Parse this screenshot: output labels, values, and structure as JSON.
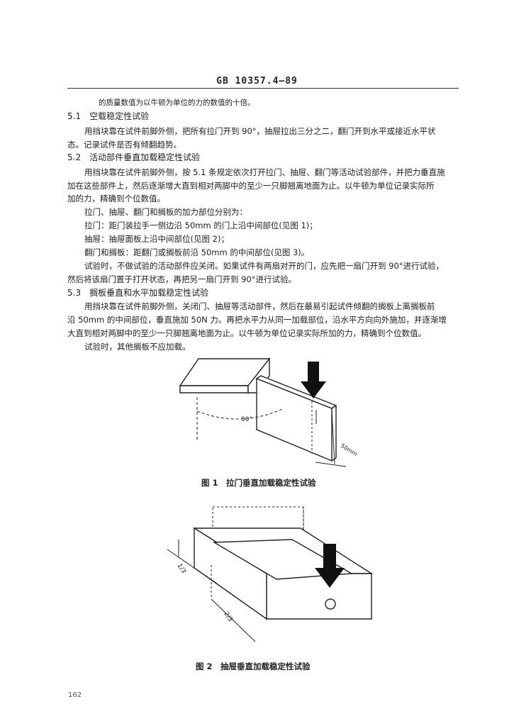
{
  "header": "GB 10357.4—89",
  "lines": [
    "的质量数值为以牛顿为单位的力的数值的十倍。",
    "5.1　空载稳定性试验",
    "用挡块靠在试件前脚外侧，把所有拉门开到 90°，抽屉拉出三分之二，翻门开到水平或接近水平状",
    "态。记录试件是否有倾翻趋势。",
    "5.2　活动部件垂直加载稳定性试验",
    "用挡块靠在试件前脚外侧，按 5.1 条规定依次打开拉门、抽屉、翻门等活动试验部件，并把力垂直施",
    "加在这些部件上，然后逐渐增大直到相对两脚中的至少一只脚翘离地面为止。以牛顿为单位记录实际所",
    "加的力，精确到个位数值。",
    "拉门、抽屉、翻门和搁板的加力部位分别为：",
    "拉门：距门装拉手一侧边沿 50mm 的门上沿中间部位(见图 1)；",
    "抽屉：抽屉面板上沿中间部位(见图 2)；",
    "翻门和搁板：距翻门或搁板前沿 50mm 的中间部位(见图 3)。",
    "试验时，不做试验的活动部件应关闭。如果试件有两扇对开的门，应先把一扇门开到 90°进行试验，",
    "然后将该扇门置于打开状态，再把另一扇门开到 90°进行试验。",
    "5.3　搁板垂直和水平加载稳定性试验",
    "用挡块靠在试件前脚外侧，关闭门、抽屉等活动部件，然后在最易引起试件倾翻的搁板上离搁板前",
    "沿 50mm 的中间部位，垂直施加 50N 力。再把水平力从同一加载部位，沿水平方向向外施加，并逐渐增",
    "大直到相对两脚中的至少一只脚翘离地面为止。以牛顿为单位记录实际所加的力，精确到个位数值。",
    "试验时，其他搁板不应加载。"
  ],
  "fig1": {
    "caption": "图 1　拉门垂直加载稳定性试验",
    "angle_label": "90°",
    "dim_label": "50mm"
  },
  "fig2": {
    "caption": "图 2　抽屉垂直加载稳定性试验",
    "dim_a": "1/3",
    "dim_b": "2/3"
  },
  "page_number": "162"
}
